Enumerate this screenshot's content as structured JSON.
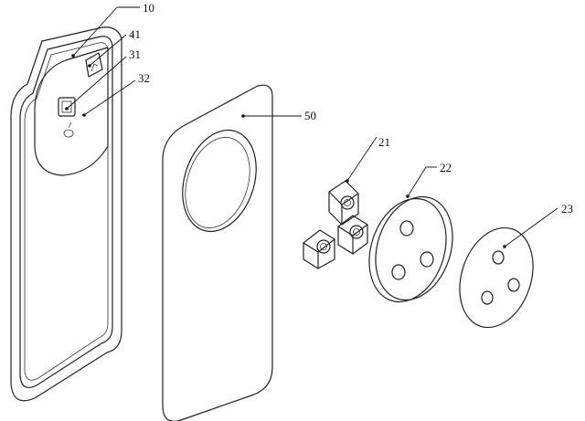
{
  "labels": {
    "l10": "10",
    "l41": "41",
    "l31": "31",
    "l32": "32",
    "l50": "50",
    "l21": "21",
    "l22": "22",
    "l23": "23"
  }
}
